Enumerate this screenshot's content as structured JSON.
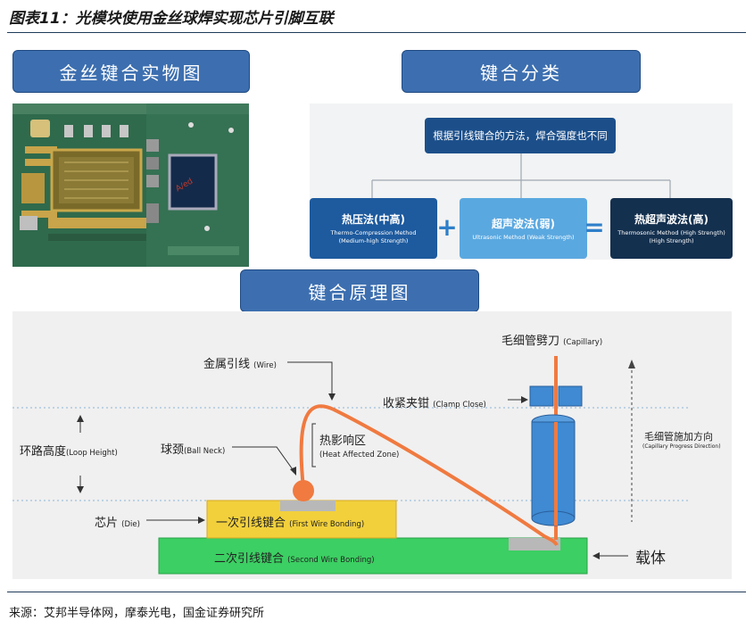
{
  "figure_title": "图表11：光模块使用金丝球焊实现芯片引脚互联",
  "source": "来源：艾邦半导体网，摩泰光电，国金证券研究所",
  "sections": {
    "photo": "金丝键合实物图",
    "classification": "键合分类",
    "principle": "键合原理图"
  },
  "classification": {
    "header": "根据引线键合的方法，焊合强度也不同",
    "plus": "+",
    "equals": "=",
    "methods": [
      {
        "name": "热压法(中高)",
        "en1": "Thermo-Compression Method",
        "en2": "(Medium-high Strength)",
        "color": "#1d5a9e"
      },
      {
        "name": "超声波法(弱)",
        "en1": "Ultrasonic Method (Weak Strength)",
        "en2": "",
        "color": "#5aa8e0"
      },
      {
        "name": "热超声波法(高)",
        "en1": "Thermosonic Method (High Strength)",
        "en2": "(High Strength)",
        "color": "#14304f"
      }
    ],
    "colors": {
      "header": "#1c4f8a",
      "connector": "#a0a8b0",
      "symbol": "#2e7fc9"
    }
  },
  "principle": {
    "capillary": {
      "cn": "毛细管劈刀",
      "en": "(Capillary)"
    },
    "wire": {
      "cn": "金属引线",
      "en": "(Wire)"
    },
    "clamp": {
      "cn": "收紧夹钳",
      "en": "(Clamp Close)"
    },
    "haz": {
      "cn": "热影响区",
      "en": "(Heat Affected Zone)"
    },
    "loop_height": {
      "cn": "环路高度",
      "en": "(Loop Height)"
    },
    "ball_neck": {
      "cn": "球颈",
      "en": "(Ball Neck)"
    },
    "die": {
      "cn": "芯片",
      "en": "(Die)"
    },
    "first_bond": {
      "cn": "一次引线键合",
      "en": "(First Wire Bonding)"
    },
    "second_bond": {
      "cn": "二次引线键合",
      "en": "(Second Wire Bonding)"
    },
    "direction": {
      "cn": "毛细管施加方向",
      "en": "(Capillary Progress Direction)"
    },
    "carrier": "载体",
    "colors": {
      "wire": "#f07a40",
      "die": "#f2d03c",
      "substrate": "#3ccf63",
      "capillary": "#3f8ad2",
      "pad": "#b8b8b8"
    }
  },
  "photo_marks": {
    "chip_mark": "A/ed"
  }
}
